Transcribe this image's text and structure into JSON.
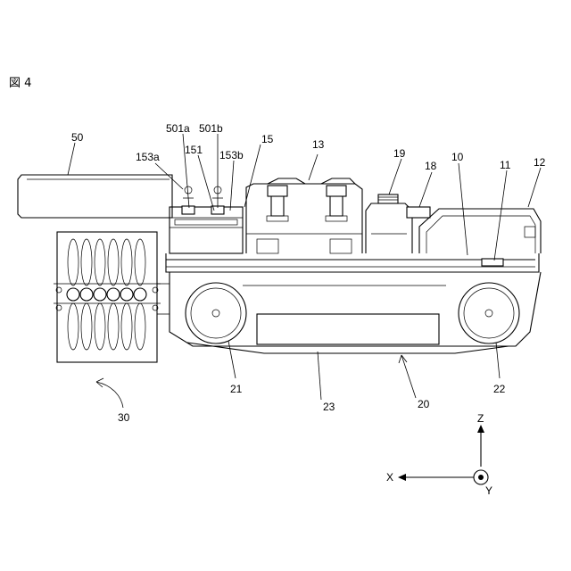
{
  "figure": {
    "label": "図 4"
  },
  "references": {
    "r50": "50",
    "r153a": "153a",
    "r501a": "501a",
    "r501b": "501b",
    "r151": "151",
    "r153b": "153b",
    "r15": "15",
    "r13": "13",
    "r19": "19",
    "r18": "18",
    "r10": "10",
    "r11": "11",
    "r12": "12",
    "r21": "21",
    "r23": "23",
    "r20": "20",
    "r22": "22",
    "r30": "30"
  },
  "axes": {
    "x": "X",
    "y": "Y",
    "z": "Z"
  }
}
